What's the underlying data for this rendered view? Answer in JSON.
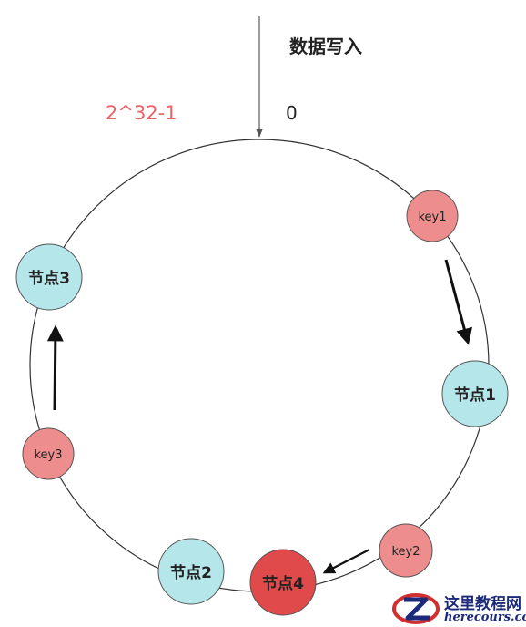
{
  "write_label": "数据写入",
  "ring_max_label": "2^32-1",
  "ring_zero_label": "0",
  "nodes": {
    "node1": "节点1",
    "node2": "节点2",
    "node3": "节点3",
    "node4": "节点4"
  },
  "keys": {
    "key1": "key1",
    "key2": "key2",
    "key3": "key3"
  },
  "colors": {
    "node_fill": "#b5e6ea",
    "key_fill": "#ee8d8d",
    "highlight_node_fill": "#e04a4a",
    "ring_max_text": "#f06262"
  },
  "watermark": {
    "cn": "这里教程网",
    "en": "herecours.com"
  }
}
